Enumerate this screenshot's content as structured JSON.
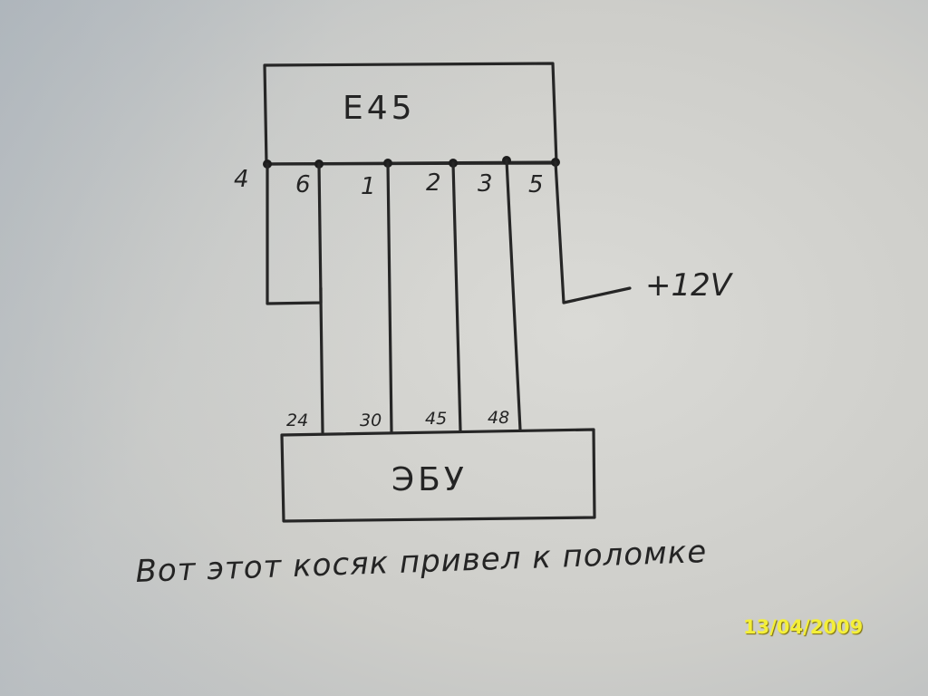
{
  "diagram": {
    "top_box_label": "E45",
    "bottom_box_label": "ЭБУ",
    "top_pins": [
      "4",
      "6",
      "1",
      "2",
      "3",
      "5"
    ],
    "bottom_pins": [
      "24",
      "30",
      "45",
      "48"
    ],
    "power_label": "+12V",
    "caption": "Вот этот косяк привел к поломке"
  },
  "photo": {
    "date_stamp": "13/04/2009"
  },
  "colors": {
    "ink": "#262626",
    "paper": "#d6d6d2",
    "date_stamp": "#f4ef3a"
  }
}
